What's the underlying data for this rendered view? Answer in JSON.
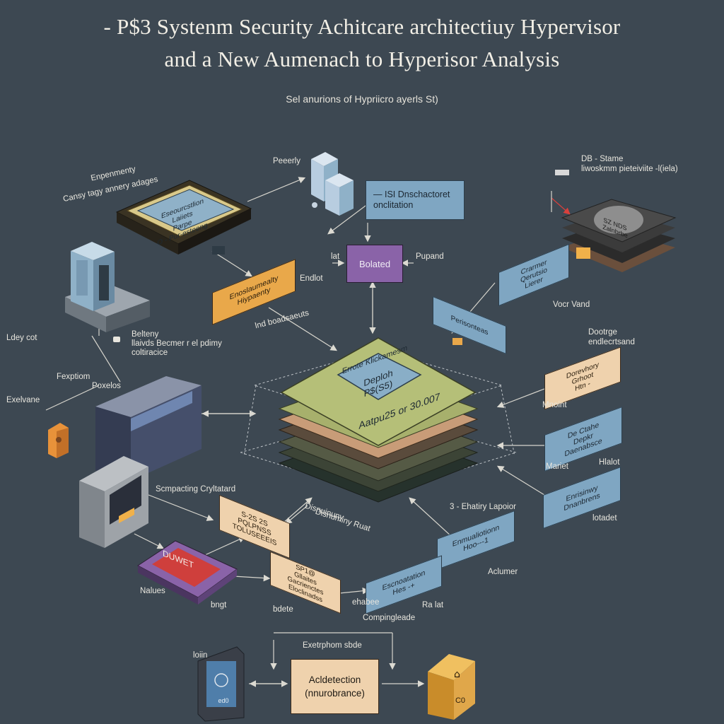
{
  "header": {
    "title_line1": "- P$3  Systenm Security Achitcare architectiuy Hypervisor",
    "title_line2": "and a New Aumenach to Hyperisor Analysis",
    "subtitle": "Sel anurions of Hypriicro ayerls St)"
  },
  "labels": {
    "left_top_a": "Enpenmenty",
    "left_top_b": "Cansy tagy annery adages",
    "properly": "Peeerly",
    "db_stame": "DB - Stame",
    "db_desc": "liwoskmm pieteiviite -l(iela)",
    "bolated_left": "lat",
    "pupand": "Pupand",
    "endlot": "Endlot",
    "lnd_boadsaeuts": "lnd boadsaeuts",
    "ledy_cot": "Ldey cot",
    "bolteny": "Belteny",
    "bolteny_desc1": "llaivds Becmer r el pdimy",
    "bolteny_desc2": "coltiracice",
    "fexptiom": "Fexptiom",
    "fexptiom_sub": "Poxelos",
    "exelvane": "Exelvane",
    "vocr_vand": "Vocr Vand",
    "dootrge": "Dootrge",
    "dootrge_desc": "endlecrtsand",
    "mnoint": "Mnoint",
    "mariet": "Mariet",
    "hlalot": "Hlalot",
    "scmpacting": "Scmpacting Cryltatard",
    "disnuminy": "Disnuminy Ruat",
    "disnuminy2": "Disnuinuny",
    "ehatily_lapoior": "3 - Ehatiry Lapoior",
    "aclumer": "Aclumer",
    "nalues": "Nalues",
    "bngt": "bngt",
    "ralat": "Ra lat",
    "compingleade": "Compingleade",
    "exetrphom_sbde": "Exetrphom sbde",
    "iotin": "loiin",
    "lotadet": "lotadet",
    "ehabee": "ehabee",
    "bdete": "bdete"
  },
  "boxes": {
    "cpu_tl": [
      "Eseourcstlion",
      "Laiiets",
      "Parpe"
    ],
    "cpu_tl_foot": "O - Pur-esteeng",
    "isi_box": [
      "— ISI Dnschactoret",
      "onclitation"
    ],
    "bolated": "Bolated",
    "endsot": [
      "Enoslaumealty",
      "Hiypaenty"
    ],
    "soilty_stack": [
      "SZ NDS",
      "Zalnbrbe"
    ],
    "corrrion": [
      "Crarmer",
      "Qerutsio",
      "Lierer"
    ],
    "persontea": [
      "Perisonteas"
    ],
    "center_top": "Errote Klickamesm",
    "center_chip": [
      "Deploh",
      "P$(S5)"
    ],
    "center_foot": "Aatpu25 or 30.007",
    "dorevory": [
      "Dorevhory",
      "Grhoot",
      "Htn -"
    ],
    "de_ctahe": [
      "De Ctahe",
      "Depkr",
      "Daenabsce"
    ],
    "enrisinwy": [
      "Enrisinwy",
      "Dnanbrens"
    ],
    "enriunctigmen": [
      "Enmualiotionn",
      "Hoo---1"
    ],
    "escnoatation": [
      "Escnoatation",
      "Hes -+"
    ],
    "spas_pqlpnss": [
      "S-2S 2S",
      "PQLPNSS",
      "TOLUSEEEIS"
    ],
    "duwet": "DUWET",
    "sp1_gllaite": [
      "SP1@",
      "Gllaites",
      "Gacrienctes",
      "Eloclinadss"
    ],
    "acl_detection": [
      "Acldetection",
      "(nnurobrance)"
    ],
    "console_screen": "ed0",
    "ps_box": "C0"
  },
  "colors": {
    "background": "#3d4852",
    "accent_blue": "#7fa6c2",
    "accent_orange": "#e9a84a",
    "accent_peach": "#efd2ad",
    "accent_purple": "#8a63a8",
    "accent_red": "#cf3f3c"
  },
  "icons": [
    "cube-network-icon",
    "server-tower-icon",
    "cpu-chip-icon",
    "disk-stack-icon",
    "lock-icon",
    "console-icon",
    "ps-box-icon",
    "monitor-icon",
    "key-icon"
  ]
}
